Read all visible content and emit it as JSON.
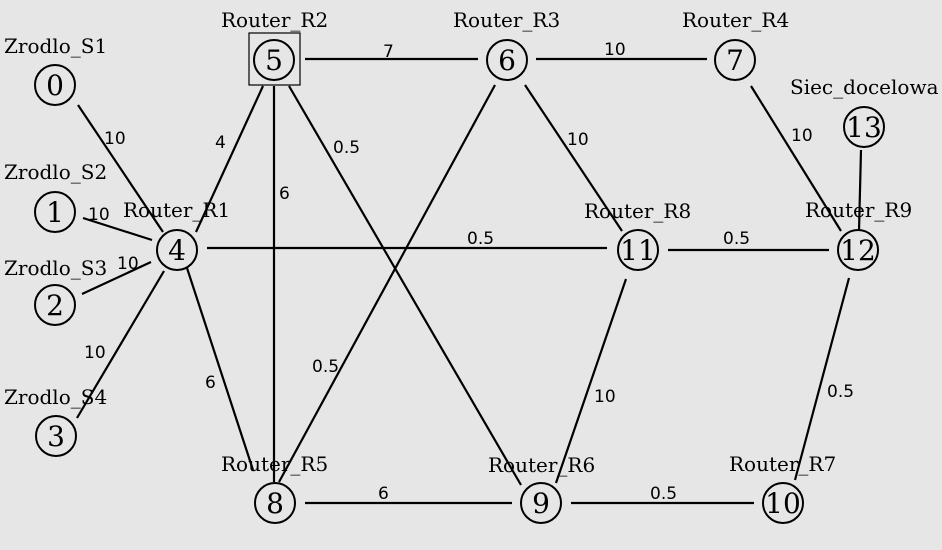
{
  "nodes": [
    {
      "id": "0",
      "label": "Zrodlo_S1"
    },
    {
      "id": "1",
      "label": "Zrodlo_S2"
    },
    {
      "id": "2",
      "label": "Zrodlo_S3"
    },
    {
      "id": "3",
      "label": "Zrodlo_S4"
    },
    {
      "id": "4",
      "label": "Router_R1"
    },
    {
      "id": "5",
      "label": "Router_R2",
      "selected": true
    },
    {
      "id": "6",
      "label": "Router_R3"
    },
    {
      "id": "7",
      "label": "Router_R4"
    },
    {
      "id": "8",
      "label": "Router_R5"
    },
    {
      "id": "9",
      "label": "Router_R6"
    },
    {
      "id": "10",
      "label": "Router_R7"
    },
    {
      "id": "11",
      "label": "Router_R8"
    },
    {
      "id": "12",
      "label": "Router_R9"
    },
    {
      "id": "13",
      "label": "Siec_docelowa"
    }
  ],
  "edges": [
    {
      "from": "0",
      "to": "4",
      "weight": "10"
    },
    {
      "from": "1",
      "to": "4",
      "weight": "10"
    },
    {
      "from": "2",
      "to": "4",
      "weight": "10"
    },
    {
      "from": "3",
      "to": "4",
      "weight": "10"
    },
    {
      "from": "4",
      "to": "5",
      "weight": "4"
    },
    {
      "from": "4",
      "to": "11",
      "weight": "0.5"
    },
    {
      "from": "4",
      "to": "8",
      "weight": "6"
    },
    {
      "from": "5",
      "to": "6",
      "weight": "7"
    },
    {
      "from": "5",
      "to": "8",
      "weight": "6"
    },
    {
      "from": "5",
      "to": "9",
      "weight": "0.5"
    },
    {
      "from": "6",
      "to": "7",
      "weight": "10"
    },
    {
      "from": "6",
      "to": "11",
      "weight": "10"
    },
    {
      "from": "6",
      "to": "8",
      "weight": "0.5"
    },
    {
      "from": "7",
      "to": "12",
      "weight": "10"
    },
    {
      "from": "11",
      "to": "12",
      "weight": "0.5"
    },
    {
      "from": "11",
      "to": "9",
      "weight": "10"
    },
    {
      "from": "12",
      "to": "13",
      "weight": ""
    },
    {
      "from": "12",
      "to": "10",
      "weight": "0.5"
    },
    {
      "from": "8",
      "to": "9",
      "weight": "6"
    },
    {
      "from": "9",
      "to": "10",
      "weight": "0.5"
    }
  ]
}
